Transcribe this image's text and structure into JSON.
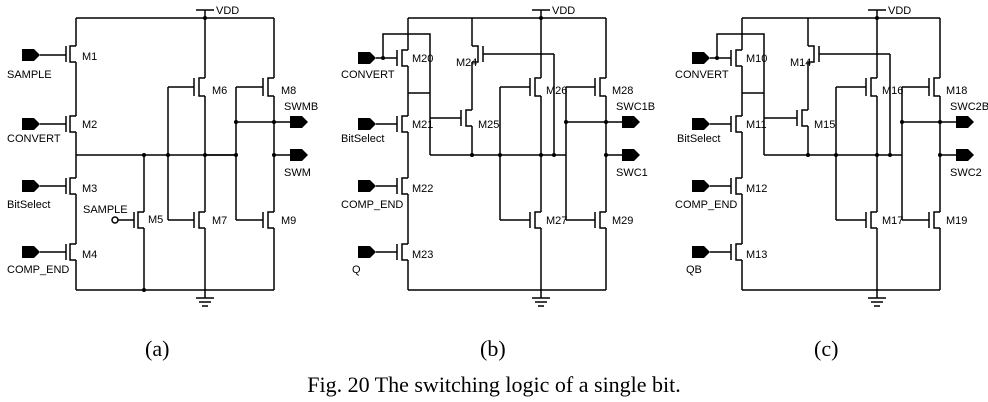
{
  "caption": "Fig. 20 The switching logic of a single bit.",
  "panels": [
    {
      "sub_label": "(a)",
      "vdd": "VDD",
      "inputs": [
        "SAMPLE",
        "CONVERT",
        "BitSelect",
        "COMP_END"
      ],
      "series_transistors": [
        "M1",
        "M2",
        "M3",
        "M4"
      ],
      "sample_switch": {
        "label": "SAMPLE",
        "transistor": "M5"
      },
      "pmos": [
        "M6",
        "M8"
      ],
      "nmos": [
        "M7",
        "M9"
      ],
      "outputs": [
        "SWMB",
        "SWM"
      ]
    },
    {
      "sub_label": "(b)",
      "vdd": "VDD",
      "inputs": [
        "CONVERT",
        "BitSelect",
        "COMP_END",
        "Q"
      ],
      "series_transistors": [
        "M20",
        "M21",
        "M22",
        "M23"
      ],
      "extra_transistors": [
        "M24",
        "M25"
      ],
      "pmos": [
        "M26",
        "M28"
      ],
      "nmos": [
        "M27",
        "M29"
      ],
      "outputs": [
        "SWC1B",
        "SWC1"
      ]
    },
    {
      "sub_label": "(c)",
      "vdd": "VDD",
      "inputs": [
        "CONVERT",
        "BitSelect",
        "COMP_END",
        "QB"
      ],
      "series_transistors": [
        "M10",
        "M11",
        "M12",
        "M13"
      ],
      "extra_transistors": [
        "M14",
        "M15"
      ],
      "pmos": [
        "M16",
        "M18"
      ],
      "nmos": [
        "M17",
        "M19"
      ],
      "outputs": [
        "SWC2B",
        "SWC2"
      ]
    }
  ]
}
